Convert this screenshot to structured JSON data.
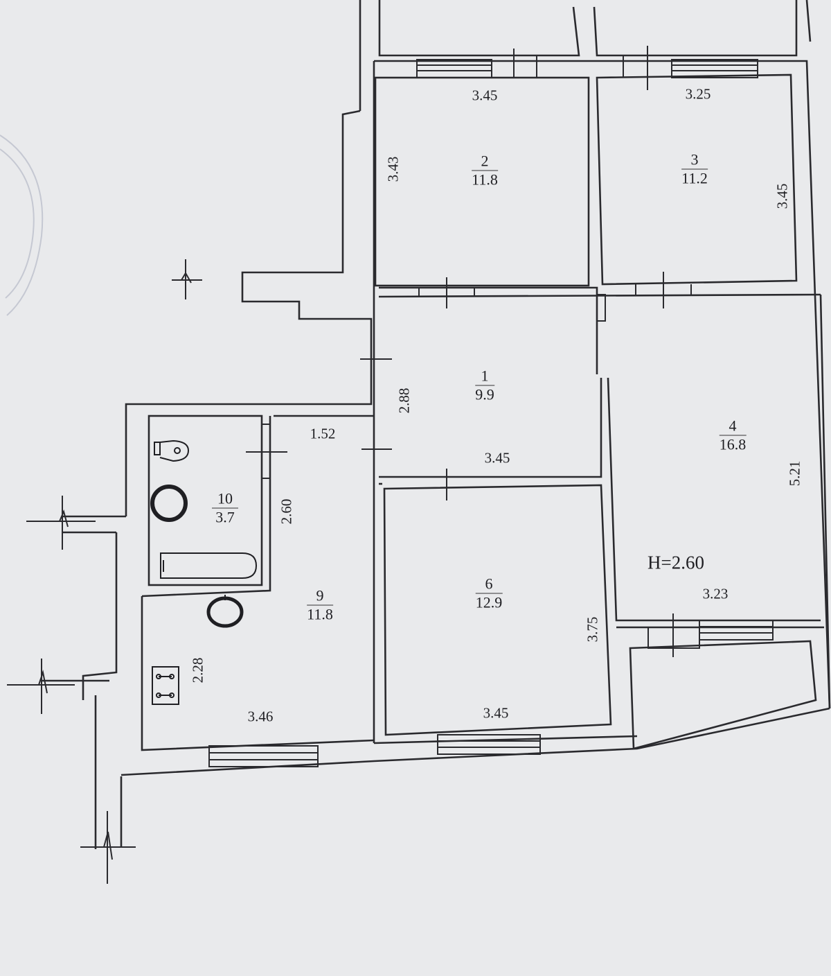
{
  "plan": {
    "ceiling_height": "H=2.60",
    "rooms": [
      {
        "id": "room-1",
        "number": "1",
        "area": "9.9"
      },
      {
        "id": "room-2",
        "number": "2",
        "area": "11.8"
      },
      {
        "id": "room-3",
        "number": "3",
        "area": "11.2"
      },
      {
        "id": "room-4",
        "number": "4",
        "area": "16.8"
      },
      {
        "id": "room-6",
        "number": "6",
        "area": "12.9"
      },
      {
        "id": "room-9",
        "number": "9",
        "area": "11.8"
      },
      {
        "id": "room-10",
        "number": "10",
        "area": "3.7"
      }
    ],
    "dimensions": {
      "room2_width": "3.45",
      "room2_depth": "3.43",
      "room3_width": "3.25",
      "room3_depth": "3.45",
      "room1_depth": "2.88",
      "room1_width": "3.45",
      "corridor_width": "1.52",
      "bath_depth": "2.60",
      "room4_depth": "5.21",
      "room4_width": "3.23",
      "room6_depth": "3.75",
      "room6_width": "3.45",
      "kitchen_depth": "2.28",
      "kitchen_width": "3.46"
    },
    "fixtures": [
      "toilet-icon",
      "sink-icon",
      "bathtub-icon",
      "kitchen-sink-icon",
      "stove-icon"
    ],
    "colors": {
      "paper": "#e9eaec",
      "ink": "#2a2a2e",
      "stamp": "#9aa0b4"
    }
  }
}
